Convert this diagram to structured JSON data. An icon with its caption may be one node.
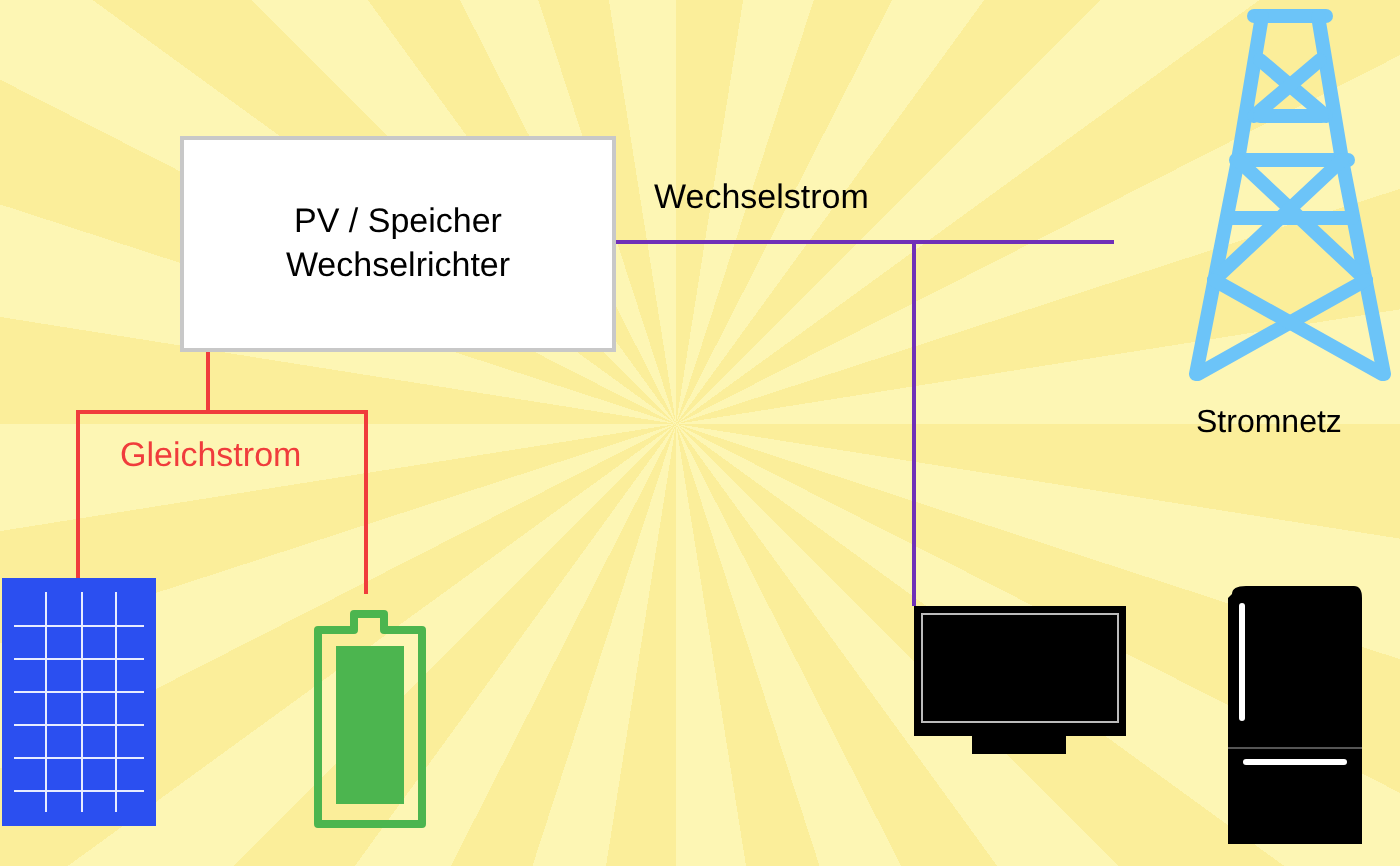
{
  "diagram": {
    "nodes": [
      {
        "text": [
          "PV / Speicher Wechselrichter"
        ]
      },
      {
        "text": [],
        "shape": "picture"
      },
      {
        "text": [],
        "shape": "picture"
      },
      {
        "text": [],
        "shape": "picture",
        "beside": [
          "Stromnetz"
        ]
      },
      {
        "text": [],
        "shape": "picture"
      },
      {
        "text": [],
        "shape": "picture"
      }
    ],
    "edges": [
      {
        "from": 0,
        "to": 1,
        "arrow": "none",
        "label": "Gleichstrom",
        "color": "#f03c3c"
      },
      {
        "from": 0,
        "to": 2,
        "arrow": "none",
        "color": "#f03c3c"
      },
      {
        "from": 0,
        "to": 3,
        "arrow": "none",
        "label": "Wechselstrom",
        "color": "#7030b8"
      },
      {
        "from": 0,
        "to": 4,
        "arrow": "none",
        "color": "#7030b8"
      }
    ]
  }
}
